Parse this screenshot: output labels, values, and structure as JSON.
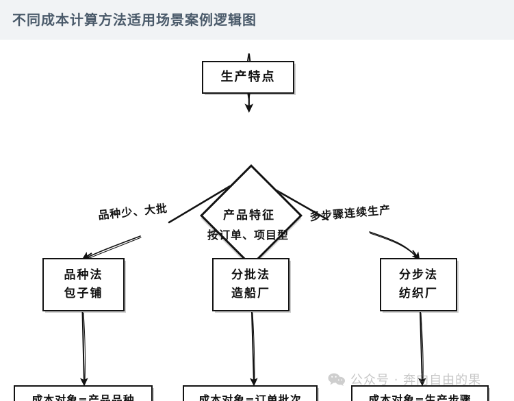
{
  "header": {
    "title": "不同成本计算方法适用场景案例逻辑图",
    "band_color": "#f1f3f5",
    "title_color": "#4a5a6a"
  },
  "diagram": {
    "type": "flowchart",
    "style": "hand-drawn",
    "background": "#ffffff",
    "stroke_color": "#121212",
    "nodes": [
      {
        "id": "start",
        "shape": "rectangle",
        "text": "生产特点"
      },
      {
        "id": "decision",
        "shape": "diamond",
        "text": "产品特征"
      },
      {
        "id": "method-1",
        "shape": "rectangle",
        "line1": "品种法",
        "line2": "包子铺"
      },
      {
        "id": "method-2",
        "shape": "rectangle",
        "line1": "分批法",
        "line2": "造船厂"
      },
      {
        "id": "method-3",
        "shape": "rectangle",
        "line1": "分步法",
        "line2": "纺织厂"
      },
      {
        "id": "object-1",
        "shape": "rectangle",
        "text": "成本对象=产品品种"
      },
      {
        "id": "object-2",
        "shape": "rectangle",
        "text": "成本对象=订单批次"
      },
      {
        "id": "object-3",
        "shape": "rectangle",
        "text": "成本对象=生产步骤"
      }
    ],
    "edges": [
      {
        "from": "start",
        "to": "decision",
        "label": ""
      },
      {
        "from": "decision",
        "to": "method-1",
        "label": "品种少、大批"
      },
      {
        "from": "decision",
        "to": "method-2",
        "label": "按订单、项目型"
      },
      {
        "from": "decision",
        "to": "method-3",
        "label": "多步骤连续生产"
      },
      {
        "from": "method-1",
        "to": "object-1",
        "label": ""
      },
      {
        "from": "method-2",
        "to": "object-2",
        "label": ""
      },
      {
        "from": "method-3",
        "to": "object-3",
        "label": ""
      }
    ]
  },
  "watermark": {
    "text": "公众号 · 奔向自由的果",
    "icon": "wechat-bubble-icon",
    "color": "#7b7b7b"
  }
}
